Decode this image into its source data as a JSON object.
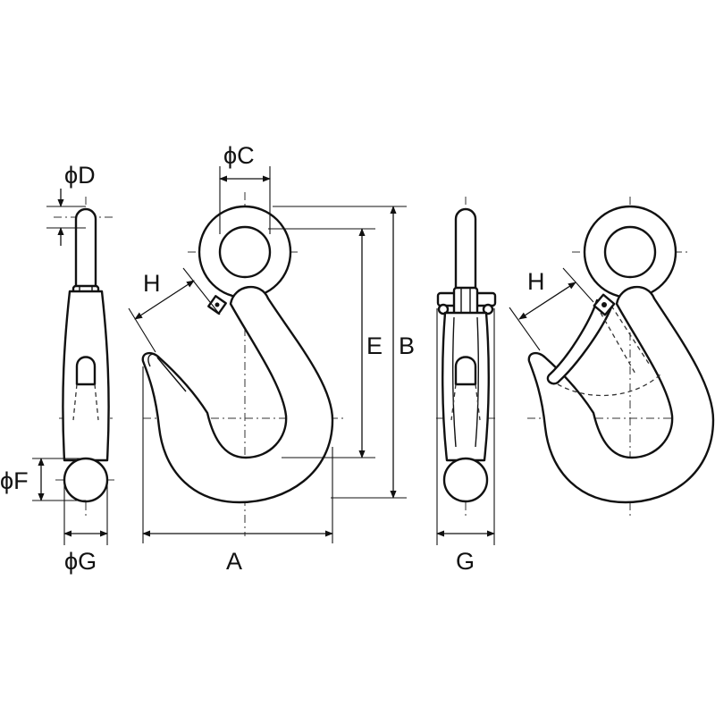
{
  "labels": {
    "phi_d": "ϕD",
    "phi_c": "ϕC",
    "phi_f": "ϕF",
    "phi_g": "ϕG",
    "h_left": "H",
    "h_right": "H",
    "a": "A",
    "b": "B",
    "e": "E",
    "g": "G"
  },
  "colors": {
    "line": "#111111",
    "background": "#ffffff"
  }
}
